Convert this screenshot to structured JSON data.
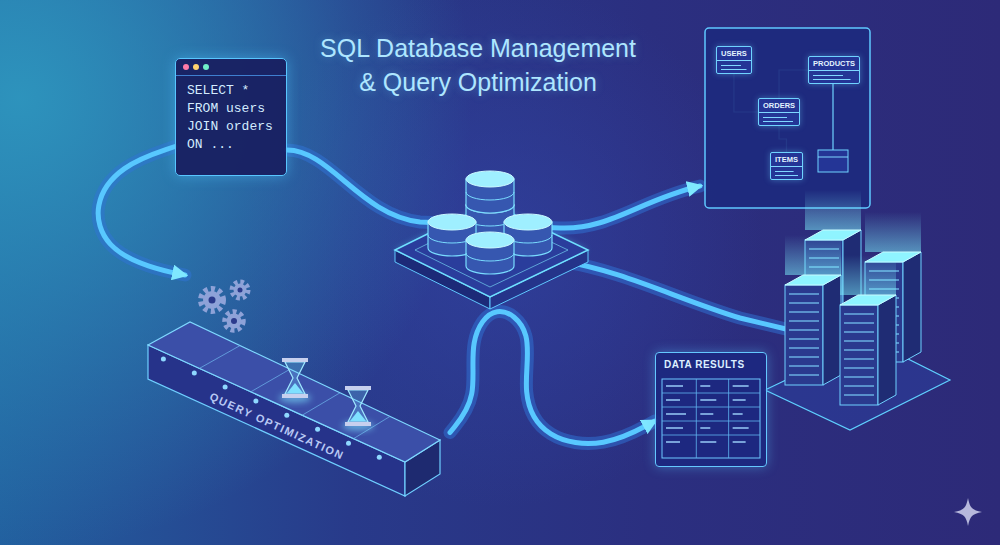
{
  "diagram": {
    "title": "SQL Database Management & Query Optimization",
    "nodes": [
      {
        "text": [
          "SELECT * FROM users JOIN orders ON ..."
        ]
      },
      {
        "text": [
          "USERS"
        ]
      },
      {
        "text": [
          "ORDERS"
        ]
      },
      {
        "text": [
          "PRODUCTS"
        ]
      },
      {
        "text": [
          "ITEMS"
        ]
      },
      {
        "text": [
          "QUERY OPTIMIZATION"
        ]
      },
      {
        "text": [
          "DATA RESULTS"
        ]
      }
    ],
    "edges": [
      {
        "from": 0,
        "to": 5,
        "arrow": "to"
      },
      {
        "from": 1,
        "to": 2,
        "arrow": "none"
      },
      {
        "from": 2,
        "to": 3,
        "arrow": "none"
      },
      {
        "from": 2,
        "to": 4,
        "arrow": "none"
      },
      {
        "from": 5,
        "to": 6,
        "arrow": "to"
      }
    ]
  }
}
